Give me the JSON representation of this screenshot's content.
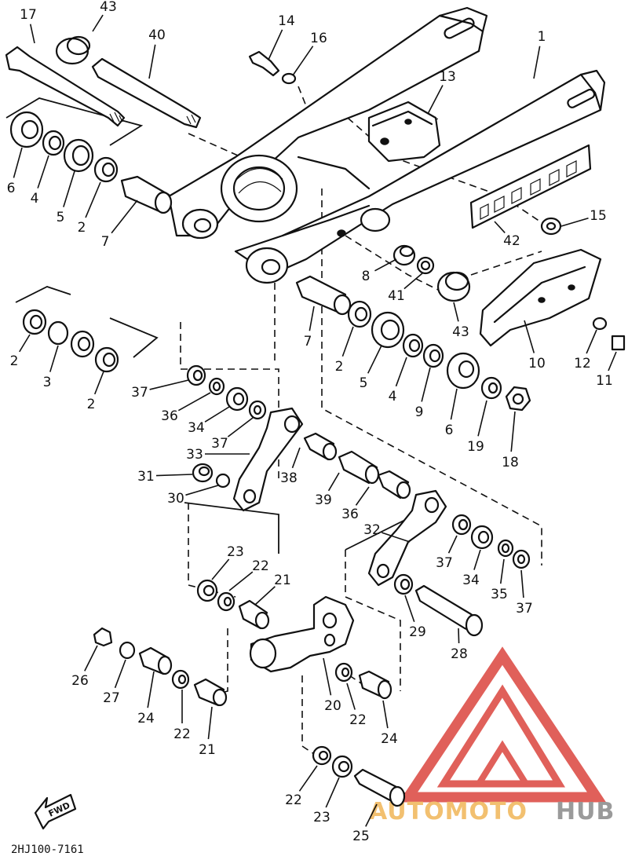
{
  "diagram": {
    "code": "2HJ100-7161",
    "fwd_label": "FWD",
    "callouts": [
      {
        "id": "c-17a",
        "text": "17"
      },
      {
        "id": "c-43a",
        "text": "43"
      },
      {
        "id": "c-40",
        "text": "40"
      },
      {
        "id": "c-14",
        "text": "14"
      },
      {
        "id": "c-16",
        "text": "16"
      },
      {
        "id": "c-1",
        "text": "1"
      },
      {
        "id": "c-13",
        "text": "13"
      },
      {
        "id": "c-6a",
        "text": "6"
      },
      {
        "id": "c-4a",
        "text": "4"
      },
      {
        "id": "c-5a",
        "text": "5"
      },
      {
        "id": "c-2a",
        "text": "2"
      },
      {
        "id": "c-7a",
        "text": "7"
      },
      {
        "id": "c-15",
        "text": "15"
      },
      {
        "id": "c-42",
        "text": "42"
      },
      {
        "id": "c-8",
        "text": "8"
      },
      {
        "id": "c-41",
        "text": "41"
      },
      {
        "id": "c-43b",
        "text": "43"
      },
      {
        "id": "c-10",
        "text": "10"
      },
      {
        "id": "c-12",
        "text": "12"
      },
      {
        "id": "c-11",
        "text": "11"
      },
      {
        "id": "c-2b",
        "text": "2"
      },
      {
        "id": "c-3",
        "text": "3"
      },
      {
        "id": "c-2c",
        "text": "2"
      },
      {
        "id": "c-7b",
        "text": "7"
      },
      {
        "id": "c-2d",
        "text": "2"
      },
      {
        "id": "c-5b",
        "text": "5"
      },
      {
        "id": "c-4b",
        "text": "4"
      },
      {
        "id": "c-9",
        "text": "9"
      },
      {
        "id": "c-6b",
        "text": "6"
      },
      {
        "id": "c-19",
        "text": "19"
      },
      {
        "id": "c-18",
        "text": "18"
      },
      {
        "id": "c-37a",
        "text": "37"
      },
      {
        "id": "c-36a",
        "text": "36"
      },
      {
        "id": "c-34a",
        "text": "34"
      },
      {
        "id": "c-37b",
        "text": "37"
      },
      {
        "id": "c-33",
        "text": "33"
      },
      {
        "id": "c-31",
        "text": "31"
      },
      {
        "id": "c-30",
        "text": "30"
      },
      {
        "id": "c-38",
        "text": "38"
      },
      {
        "id": "c-39",
        "text": "39"
      },
      {
        "id": "c-36b",
        "text": "36"
      },
      {
        "id": "c-32",
        "text": "32"
      },
      {
        "id": "c-37c",
        "text": "37"
      },
      {
        "id": "c-34b",
        "text": "34"
      },
      {
        "id": "c-35",
        "text": "35"
      },
      {
        "id": "c-37d",
        "text": "37"
      },
      {
        "id": "c-23a",
        "text": "23"
      },
      {
        "id": "c-22a",
        "text": "22"
      },
      {
        "id": "c-21a",
        "text": "21"
      },
      {
        "id": "c-29",
        "text": "29"
      },
      {
        "id": "c-28",
        "text": "28"
      },
      {
        "id": "c-26",
        "text": "26"
      },
      {
        "id": "c-27",
        "text": "27"
      },
      {
        "id": "c-24a",
        "text": "24"
      },
      {
        "id": "c-22b",
        "text": "22"
      },
      {
        "id": "c-21b",
        "text": "21"
      },
      {
        "id": "c-20",
        "text": "20"
      },
      {
        "id": "c-22c",
        "text": "22"
      },
      {
        "id": "c-24b",
        "text": "24"
      },
      {
        "id": "c-22d",
        "text": "22"
      },
      {
        "id": "c-23b",
        "text": "23"
      },
      {
        "id": "c-25",
        "text": "25"
      }
    ]
  },
  "watermark": {
    "part1": "AUTOMOTO",
    "part2": "HUB",
    "colors": {
      "triangle": "#e0605a",
      "part1": "#f2c070",
      "part2": "#9a9a9a"
    }
  }
}
